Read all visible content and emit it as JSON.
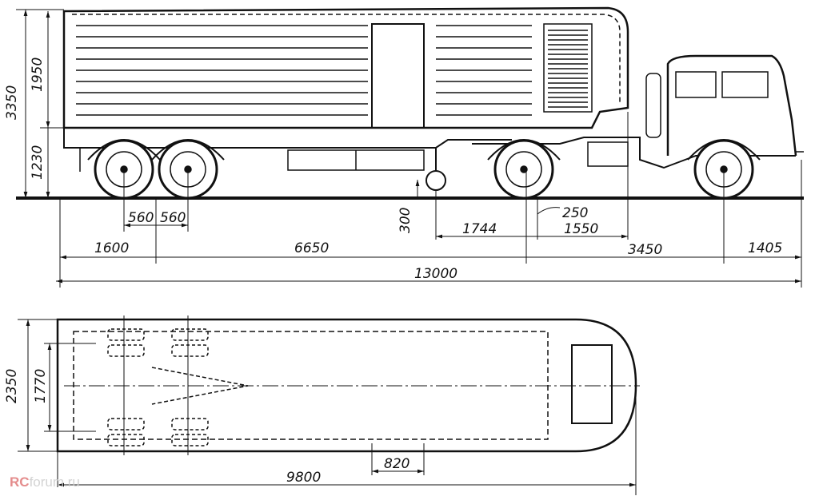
{
  "title": "Tractor-trailer refrigerated truck dimension drawing",
  "side_view": {
    "dims": {
      "overall_height": "3350",
      "body_height": "1950",
      "floor_height": "1230",
      "axle_spacing_1": "560",
      "axle_spacing_2": "560",
      "landing_gear_clearance": "300",
      "kingpin_to_gear": "1744",
      "kingpin_offset": "250",
      "rear_axle_to_cab": "1550",
      "rear_overhang": "1600",
      "trailer_wheelbase": "6650",
      "tractor_wheelbase": "3450",
      "front_overhang": "1405",
      "overall_length": "13000"
    }
  },
  "top_view": {
    "dims": {
      "overall_width": "2350",
      "track_width": "1770",
      "door_width": "820",
      "body_length": "9800"
    }
  },
  "watermark": {
    "brand": "RC",
    "rest": "forum.ru"
  },
  "colors": {
    "ink": "#111111",
    "watermark": "#e07878"
  }
}
